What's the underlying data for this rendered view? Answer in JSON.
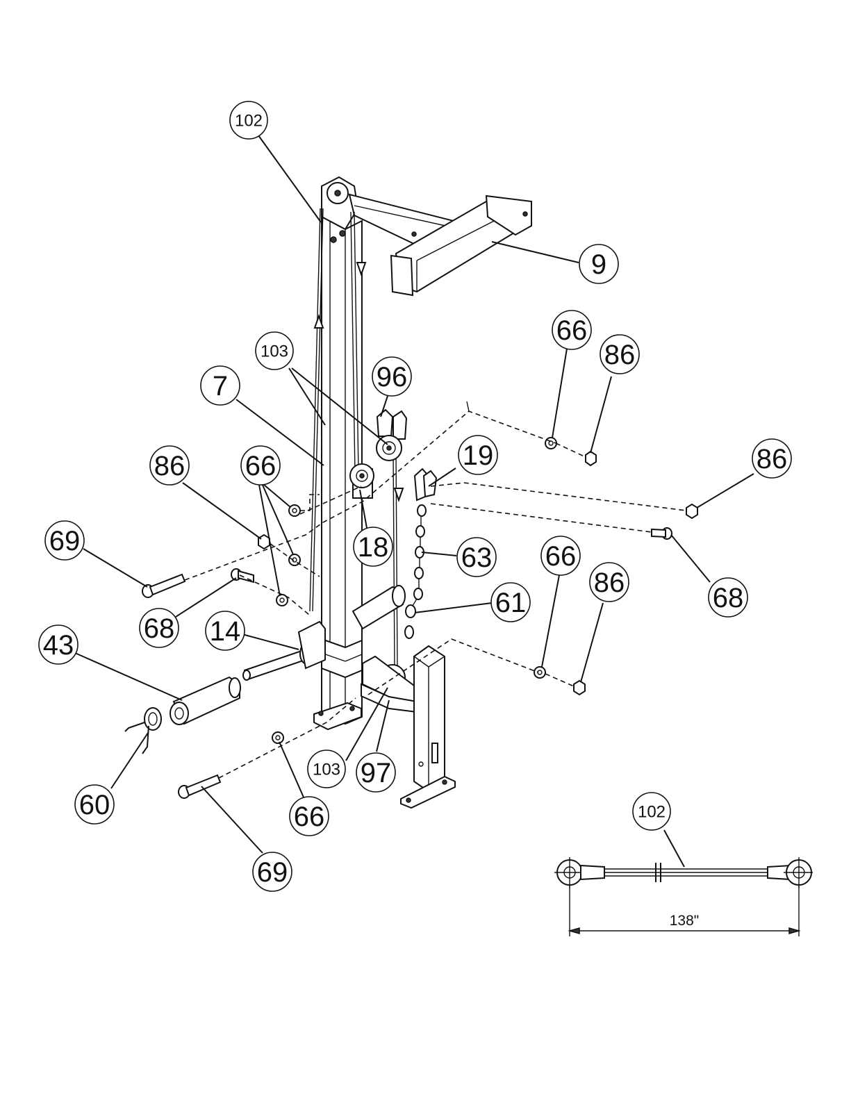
{
  "callouts": [
    {
      "id": "callout-102-top",
      "text": "102"
    },
    {
      "id": "callout-9",
      "text": "9"
    },
    {
      "id": "callout-103-upper",
      "text": "103"
    },
    {
      "id": "callout-7",
      "text": "7"
    },
    {
      "id": "callout-96",
      "text": "96"
    },
    {
      "id": "callout-66-top-right",
      "text": "66"
    },
    {
      "id": "callout-86-top-right",
      "text": "86"
    },
    {
      "id": "callout-86-left",
      "text": "86"
    },
    {
      "id": "callout-66-left",
      "text": "66"
    },
    {
      "id": "callout-19",
      "text": "19"
    },
    {
      "id": "callout-86-right",
      "text": "86"
    },
    {
      "id": "callout-69-left",
      "text": "69"
    },
    {
      "id": "callout-18",
      "text": "18"
    },
    {
      "id": "callout-63",
      "text": "63"
    },
    {
      "id": "callout-66-middle-right",
      "text": "66"
    },
    {
      "id": "callout-86-middle-right",
      "text": "86"
    },
    {
      "id": "callout-68-right",
      "text": "68"
    },
    {
      "id": "callout-68-left",
      "text": "68"
    },
    {
      "id": "callout-14",
      "text": "14"
    },
    {
      "id": "callout-61",
      "text": "61"
    },
    {
      "id": "callout-43",
      "text": "43"
    },
    {
      "id": "callout-103-lower",
      "text": "103"
    },
    {
      "id": "callout-97",
      "text": "97"
    },
    {
      "id": "callout-60",
      "text": "60"
    },
    {
      "id": "callout-66-bottom",
      "text": "66"
    },
    {
      "id": "callout-69-bottom",
      "text": "69"
    },
    {
      "id": "callout-102-detail",
      "text": "102"
    }
  ],
  "detail": {
    "dimension_label": "138\""
  }
}
